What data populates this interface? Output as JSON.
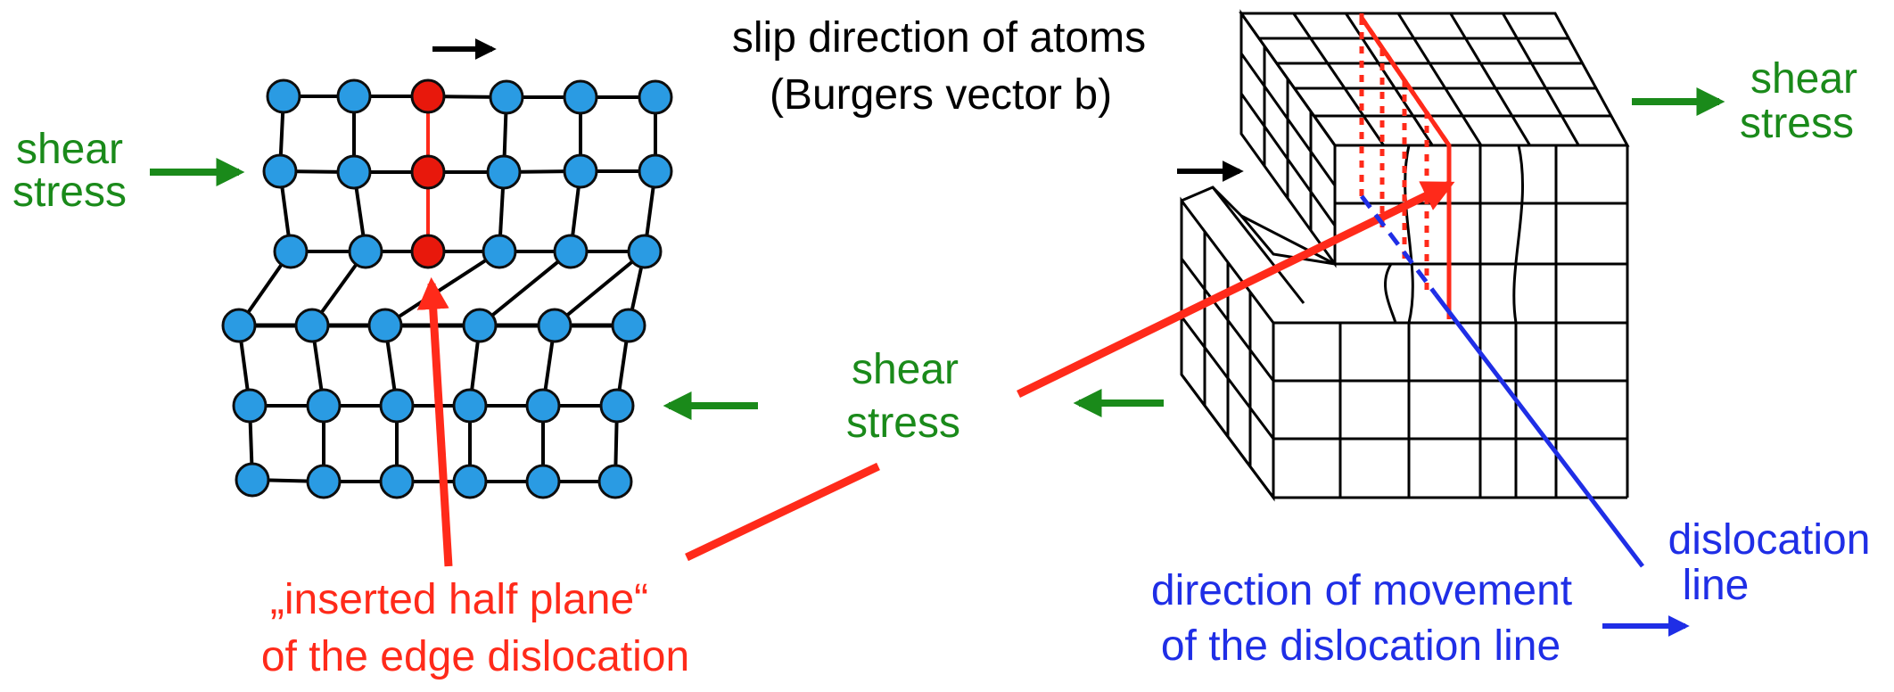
{
  "labels": {
    "burgers_line1": "slip direction of atoms",
    "burgers_line2": "(Burgers vector b)",
    "shear_left_1": "shear",
    "shear_left_2": "stress",
    "shear_mid_1": "shear",
    "shear_mid_2": "stress",
    "shear_right_1": "shear",
    "shear_right_2": "stress",
    "halfplane_1": "„inserted half plane“",
    "halfplane_2": "of the edge dislocation",
    "movement_1": "direction of movement",
    "movement_2": "of the dislocation line",
    "disloc_1": "dislocation",
    "disloc_2": "line"
  },
  "colors": {
    "black": "#000000",
    "green": "#1a8a1a",
    "red": "#ff2a1a",
    "blue": "#1f2ee6",
    "atom_fill": "#2a9be3",
    "atom_stroke": "#0d0d0d",
    "atom_inserted": "#e8180c"
  },
  "icons": {
    "atom": "circle-atom-icon",
    "arrow": "arrow-right-icon"
  }
}
